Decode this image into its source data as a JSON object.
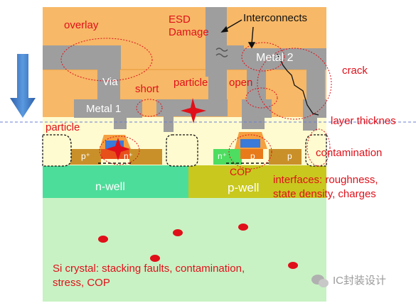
{
  "diagram": {
    "labels": {
      "overlay": "overlay",
      "esd_line1": "ESD",
      "esd_line2": "Damage",
      "interconnects": "Interconnects",
      "metal2": "Metal 2",
      "crack": "crack",
      "via": "Via",
      "short": "short",
      "particle_top": "particle",
      "open": "open",
      "metal1": "Metal 1",
      "layer_thickness": "layer thicknes",
      "particle_left": "particle",
      "p_plus": "p⁺",
      "n_plus_left": "n⁺",
      "n_plus_right": "n⁺",
      "p_right_a": "p",
      "p_right_b": "p",
      "contamination": "contamination",
      "cop": "COP",
      "nwell": "n-well",
      "pwell": "p-well",
      "interfaces_line1": "interfaces:  roughness,",
      "interfaces_line2": "state density, charges",
      "si_line1": "Si crystal: stacking faults, contamination,",
      "si_line2": "stress, COP",
      "watermark": "IC封装设计"
    },
    "colors": {
      "overlay": "#f7b867",
      "metal": "#9e9e9e",
      "substrate": "#c8f2c4",
      "nwell": "#4ddd9a",
      "pwell": "#c8c81e",
      "oxide": "#fffbd0",
      "annotation": "#e0101a",
      "arrow": "#3a79c7"
    },
    "icons": [
      "down-arrow-icon",
      "star-defect-icon",
      "wechat-icon"
    ]
  }
}
